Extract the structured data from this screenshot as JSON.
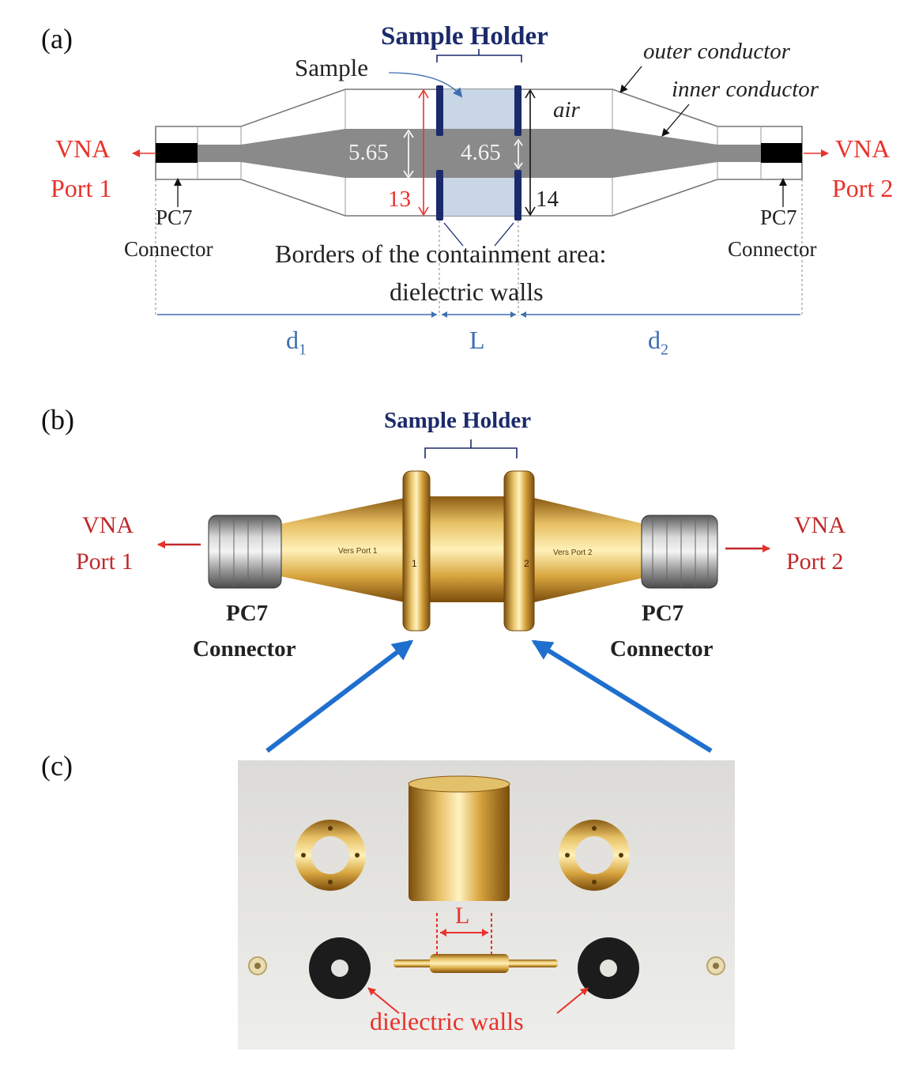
{
  "panels": {
    "a": "(a)",
    "b": "(b)",
    "c": "(c)"
  },
  "diagram_a": {
    "sample_holder": "Sample Holder",
    "sample": "Sample",
    "outer_conductor": "outer conductor",
    "inner_conductor": "inner conductor",
    "air": "air",
    "vna_left": "VNA",
    "port_left": "Port 1",
    "vna_right": "VNA",
    "port_right": "Port 2",
    "dim_565": "5.65",
    "dim_465": "4.65",
    "dim_13": "13",
    "dim_14": "14",
    "pc7_left": "PC7",
    "connector_left": "Connector",
    "pc7_right": "PC7",
    "connector_right": "Connector",
    "borders_line1": "Borders of the containment area:",
    "borders_line2": "dielectric walls",
    "d1_base": "d",
    "d1_sub": "1",
    "L": "L",
    "d2_base": "d",
    "d2_sub": "2"
  },
  "photo_b": {
    "sample_holder": "Sample Holder",
    "vna_left": "VNA",
    "port_left": "Port 1",
    "vna_right": "VNA",
    "port_right": "Port 2",
    "pc7_left": "PC7",
    "connector_left": "Connector",
    "pc7_right": "PC7",
    "connector_right": "Connector",
    "engrave_left": "Vers Port 1",
    "engrave_right": "Vers Port 2",
    "mark_1": "1",
    "mark_2": "2"
  },
  "photo_c": {
    "L": "L",
    "dielectric_walls": "dielectric walls"
  },
  "colors": {
    "red": "#e8322a",
    "navy": "#1b2a6b",
    "blue_dim": "#3d6fb0",
    "arrow_blue": "#1f6fcf",
    "gold": "#c9972c",
    "gray_conductor": "#8a8a8a"
  }
}
